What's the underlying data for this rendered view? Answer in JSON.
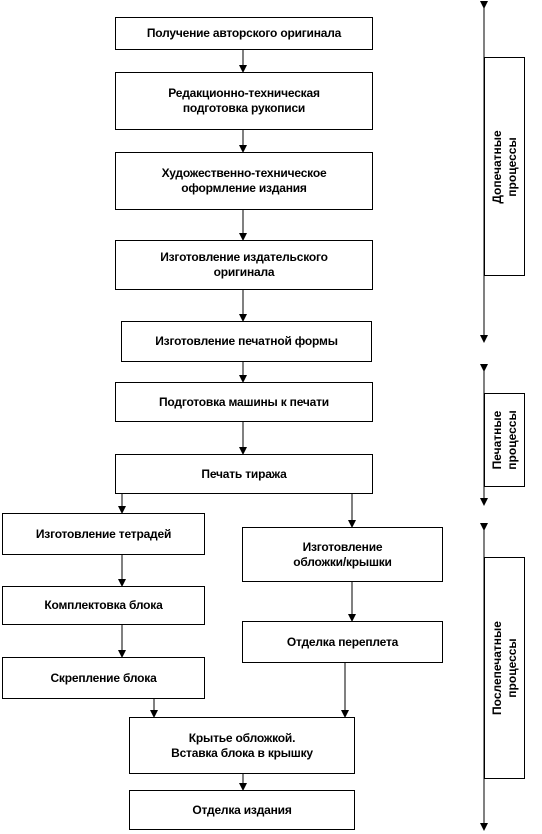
{
  "steps": {
    "s1": "Получение  авторского оригинала",
    "s2": "Редакционно-техническая\nподготовка рукописи",
    "s3": "Художественно-техническое\nоформление  издания",
    "s4": "Изготовление издательского\nоригинала",
    "s5": "Изготовление печатной формы",
    "s6": "Подготовка машины к печати",
    "s7": "Печать тиража",
    "s8": "Изготовление тетрадей",
    "s9": "Изготовление\nобложки/крышки",
    "s10": "Комплектовка блока",
    "s11": "Отделка переплета",
    "s12": "Скрепление блока",
    "s13": "Крытье обложкой.\nВставка блока в крышку",
    "s14": "Отделка издания"
  },
  "phases": {
    "prepress": "Допечатные процессы",
    "press": "Печатные\nпроцессы",
    "postpress": "Послепечатные процессы"
  }
}
